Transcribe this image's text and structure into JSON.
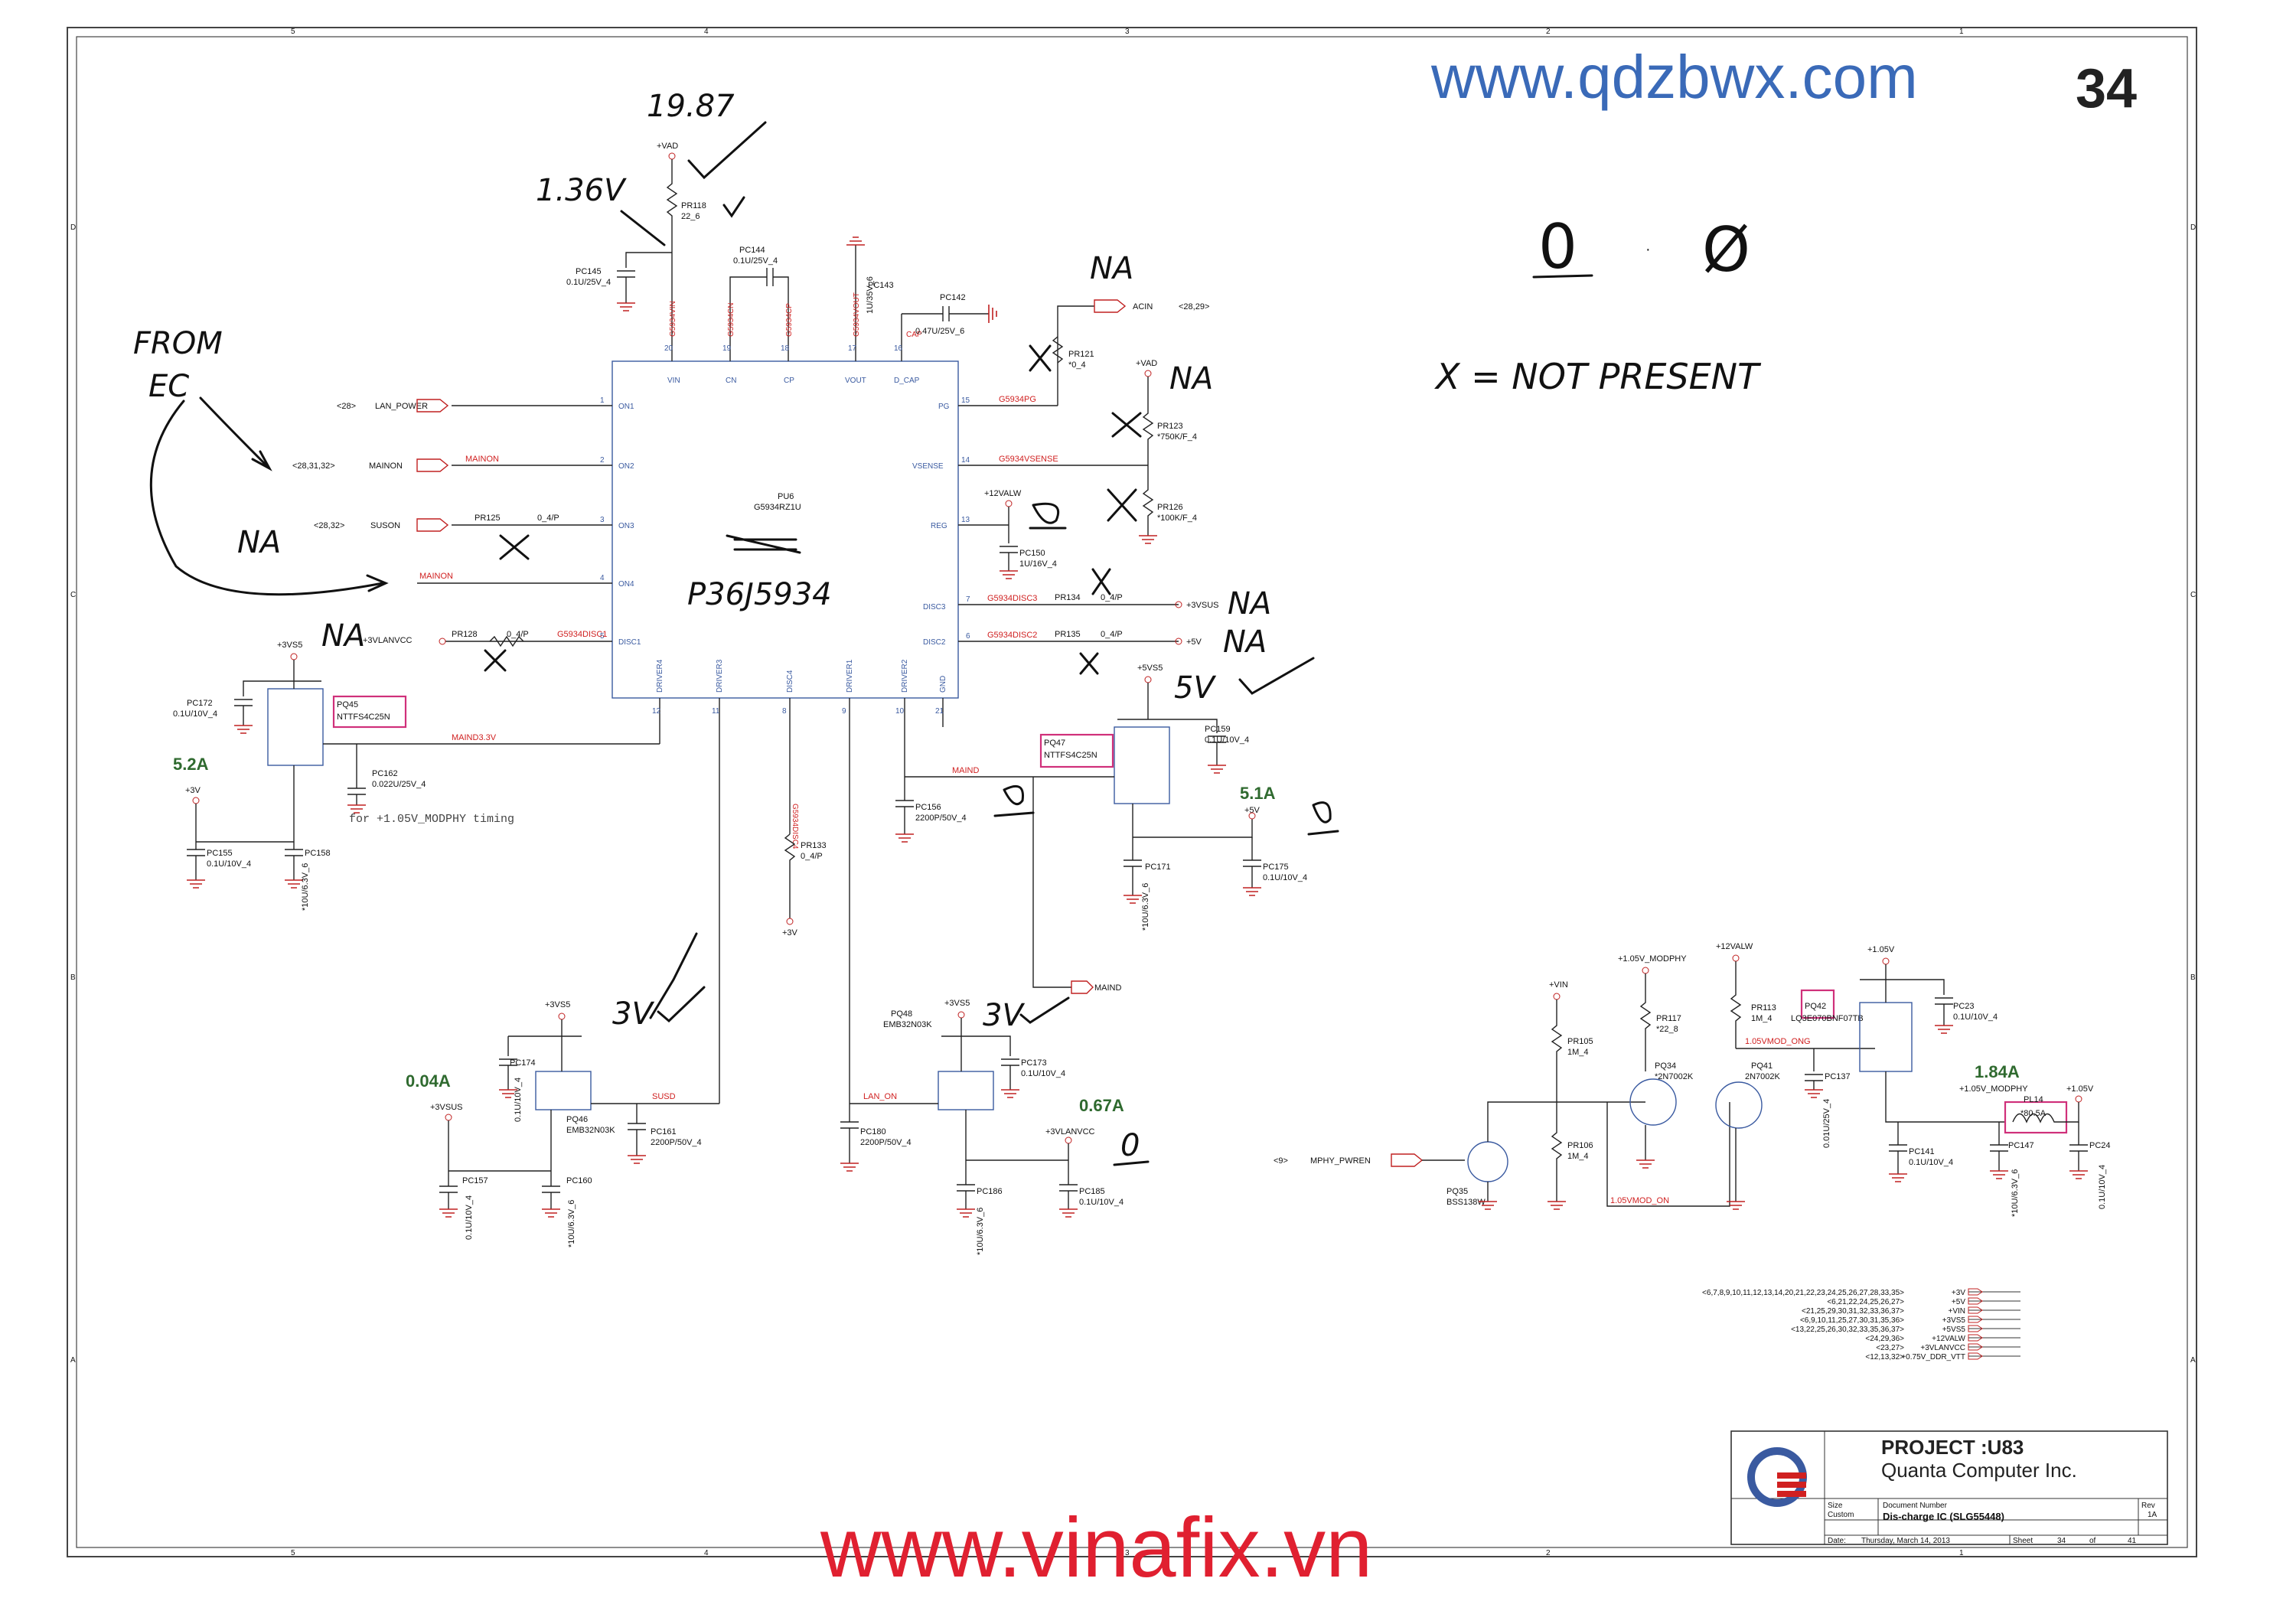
{
  "page_number": "34",
  "watermark_top": "www.qdzbwx.com",
  "watermark_bottom": "www.vinafix.vn",
  "border": {
    "top_cols": [
      "5",
      "4",
      "3",
      "2",
      "1"
    ],
    "side_rows": [
      "D",
      "C",
      "B",
      "A"
    ]
  },
  "ic": {
    "refdes": "PU6",
    "part": "G5934RZ1U",
    "pins_left": [
      {
        "num": "1",
        "name": "ON1",
        "net": "LAN_POWER",
        "ref": "<28>"
      },
      {
        "num": "2",
        "name": "ON2",
        "net": "MAINON",
        "ref": "<28,31,32>"
      },
      {
        "num": "3",
        "name": "ON3",
        "net": "SUSON",
        "ref": "<28,32>"
      },
      {
        "num": "4",
        "name": "ON4",
        "net": "MAINON",
        "ref": ""
      },
      {
        "num": "5",
        "name": "DISC1",
        "net": "G5934DISC1",
        "ref": ""
      }
    ],
    "pins_top": [
      {
        "num": "20",
        "name": "VIN",
        "net": "G5934VIN"
      },
      {
        "num": "19",
        "name": "CN",
        "net": "G5934CN"
      },
      {
        "num": "18",
        "name": "CP",
        "net": "G5934CP"
      },
      {
        "num": "17",
        "name": "VOUT",
        "net": "G5934VOUT"
      },
      {
        "num": "16",
        "name": "D_CAP",
        "net": "CAP"
      }
    ],
    "pins_right": [
      {
        "num": "15",
        "name": "PG",
        "net": "G5934PG"
      },
      {
        "num": "14",
        "name": "VSENSE",
        "net": "G5934VSENSE"
      },
      {
        "num": "13",
        "name": "REG",
        "net": ""
      },
      {
        "num": "7",
        "name": "DISC3",
        "net": "G5934DISC3"
      },
      {
        "num": "6",
        "name": "DISC2",
        "net": "G5934DISC2"
      }
    ],
    "pins_bottom": [
      {
        "num": "12",
        "name": "DRIVER4"
      },
      {
        "num": "11",
        "name": "DRIVER3"
      },
      {
        "num": "8",
        "name": "DISC4"
      },
      {
        "num": "9",
        "name": "DRIVER1"
      },
      {
        "num": "10",
        "name": "DRIVER2"
      },
      {
        "num": "21",
        "name": "GND"
      }
    ]
  },
  "nets": {
    "vad": "+VAD",
    "acin": "ACIN",
    "acin_ref": "<28,29>",
    "v3vsus": "+3VSUS",
    "v5v": "+5V",
    "v12valw": "+12VALW",
    "v3vs5": "+3VS5",
    "v5vs5": "+5VS5",
    "v3vlanvcc": "+3VLANVCC",
    "v3v": "+3V",
    "v3vsus2": "+3VSUS",
    "maind": "MAIND",
    "maind3v": "MAIND3.3V",
    "susd": "SUSD",
    "lan_on": "LAN_ON",
    "g5934disc4": "G5934DISC4",
    "vin": "+VIN",
    "v105_modphy": "+1.05V_MODPHY",
    "v105": "+1.05V",
    "mod_on": "1.05VMOD_ON",
    "mod_ong": "1.05VMOD_ONG",
    "mphy_pwren": "MPHY_PWREN",
    "mphy_ref": "<9>"
  },
  "components": {
    "PR118": [
      "PR118",
      "22_6"
    ],
    "PC145": [
      "PC145",
      "0.1U/25V_4"
    ],
    "PC144": [
      "PC144",
      "0.1U/25V_4"
    ],
    "PC143": [
      "PC143",
      "1U/35V_6"
    ],
    "PC142": [
      "PC142",
      "0.47U/25V_6"
    ],
    "PR121": [
      "PR121",
      "*0_4"
    ],
    "PR123": [
      "PR123",
      "*750K/F_4"
    ],
    "PR126": [
      "PR126",
      "*100K/F_4"
    ],
    "PC150": [
      "PC150",
      "1U/16V_4"
    ],
    "PR125": [
      "PR125",
      "0_4/P"
    ],
    "PR134": [
      "PR134",
      "0_4/P"
    ],
    "PR135": [
      "PR135",
      "0_4/P"
    ],
    "PR128": [
      "PR128",
      "0_4/P"
    ],
    "PC172": [
      "PC172",
      "0.1U/10V_4"
    ],
    "PQ45": [
      "PQ45",
      "NTTFS4C25N"
    ],
    "PC162": [
      "PC162",
      "0.022U/25V_4"
    ],
    "PC155": [
      "PC155",
      "0.1U/10V_4"
    ],
    "PC158": [
      "PC158",
      "*10U/6.3V_6"
    ],
    "PQ47": [
      "PQ47",
      "NTTFS4C25N"
    ],
    "PC159": [
      "PC159",
      "0.1U/10V_4"
    ],
    "PC156": [
      "PC156",
      "2200P/50V_4"
    ],
    "PC171": [
      "PC171",
      "*10U/6.3V_6"
    ],
    "PC175": [
      "PC175",
      "0.1U/10V_4"
    ],
    "PR133": [
      "PR133",
      "0_4/P"
    ],
    "PQ46": [
      "PQ46",
      "EMB32N03K"
    ],
    "PC174": [
      "PC174",
      "0.1U/10V_4"
    ],
    "PC161": [
      "PC161",
      "2200P/50V_4"
    ],
    "PC157": [
      "PC157",
      "0.1U/10V_4"
    ],
    "PC160": [
      "PC160",
      "*10U/6.3V_6"
    ],
    "PQ48": [
      "PQ48",
      "EMB32N03K"
    ],
    "PC173": [
      "PC173",
      "0.1U/10V_4"
    ],
    "PC180": [
      "PC180",
      "2200P/50V_4"
    ],
    "PC186": [
      "PC186",
      "*10U/6.3V_6"
    ],
    "PC185": [
      "PC185",
      "0.1U/10V_4"
    ],
    "PR105": [
      "PR105",
      "1M_4"
    ],
    "PR106": [
      "PR106",
      "1M_4"
    ],
    "PQ35": [
      "PQ35",
      "BSS138W"
    ],
    "PR117": [
      "PR117",
      "*22_8"
    ],
    "PQ34": [
      "PQ34",
      "*2N7002K"
    ],
    "PR113": [
      "PR113",
      "1M_4"
    ],
    "PQ41": [
      "PQ41",
      "2N7002K"
    ],
    "PC137": [
      "PC137",
      "0.01U/25V_4"
    ],
    "PQ42": [
      "PQ42",
      "LQ3E070BNF07TB"
    ],
    "PC23": [
      "PC23",
      "0.1U/10V_4"
    ],
    "PC141": [
      "PC141",
      "0.1U/10V_4"
    ],
    "PL14": [
      "PL14",
      "*80.5A"
    ],
    "PC147": [
      "PC147",
      "*10U/6.3V_6"
    ],
    "PC24": [
      "PC24",
      "0.1U/10V_4"
    ]
  },
  "note_timing": "for +1.05V_MODPHY timing",
  "currents": {
    "c1": "5.2A",
    "c2": "5.1A",
    "c3": "0.04A",
    "c4": "0.67A",
    "c5": "1.84A"
  },
  "handwritten": {
    "v1987": "19.87",
    "v136": "1.36V",
    "from_ec": [
      "FROM",
      "EC"
    ],
    "na": "NA",
    "na_acin": "NA",
    "na_pr123": "NA",
    "na_3vsus": "NA",
    "na_5v": "NA",
    "na_disc1": "NA",
    "chip_marking": "P36J5934",
    "v5v": "5V",
    "v3v_a": "3V",
    "v3v_b": "3V",
    "zero": "0",
    "legend_zero": "0",
    "legend_null": "Ø",
    "legend_text": "X = NOT PRESENT"
  },
  "power_table": [
    {
      "pages": "<6,7,8,9,10,11,12,13,14,20,21,22,23,24,25,26,27,28,33,35>",
      "net": "+3V"
    },
    {
      "pages": "<6,21,22,24,25,26,27>",
      "net": "+5V"
    },
    {
      "pages": "<21,25,29,30,31,32,33,36,37>",
      "net": "+VIN"
    },
    {
      "pages": "<6,9,10,11,25,27,30,31,35,36>",
      "net": "+3VS5"
    },
    {
      "pages": "<13,22,25,26,30,32,33,35,36,37>",
      "net": "+5VS5"
    },
    {
      "pages": "<24,29,36>",
      "net": "+12VALW"
    },
    {
      "pages": "<23,27>",
      "net": "+3VLANVCC"
    },
    {
      "pages": "<12,13,32>",
      "net": "+0.75V_DDR_VTT"
    }
  ],
  "title_block": {
    "project": "PROJECT :U83",
    "company": "Quanta Computer Inc.",
    "size_label": "Size",
    "size": "Custom",
    "docnum_label": "Document Number",
    "doc_title": "Dis-charge IC (SLG55448)",
    "rev_label": "Rev",
    "rev": "1A",
    "date_label": "Date:",
    "date": "Thursday, March 14, 2013",
    "sheet_label": "Sheet",
    "sheet": "34",
    "of_label": "of",
    "total": "41"
  },
  "colors": {
    "wire": "#222222",
    "net_red": "#d02020",
    "pin_blue": "#3a5aa0",
    "highlight": "#d0307a",
    "current_green": "#2f6a2f",
    "watermark_blue": "#3a6ab8",
    "watermark_red": "#e02030"
  }
}
